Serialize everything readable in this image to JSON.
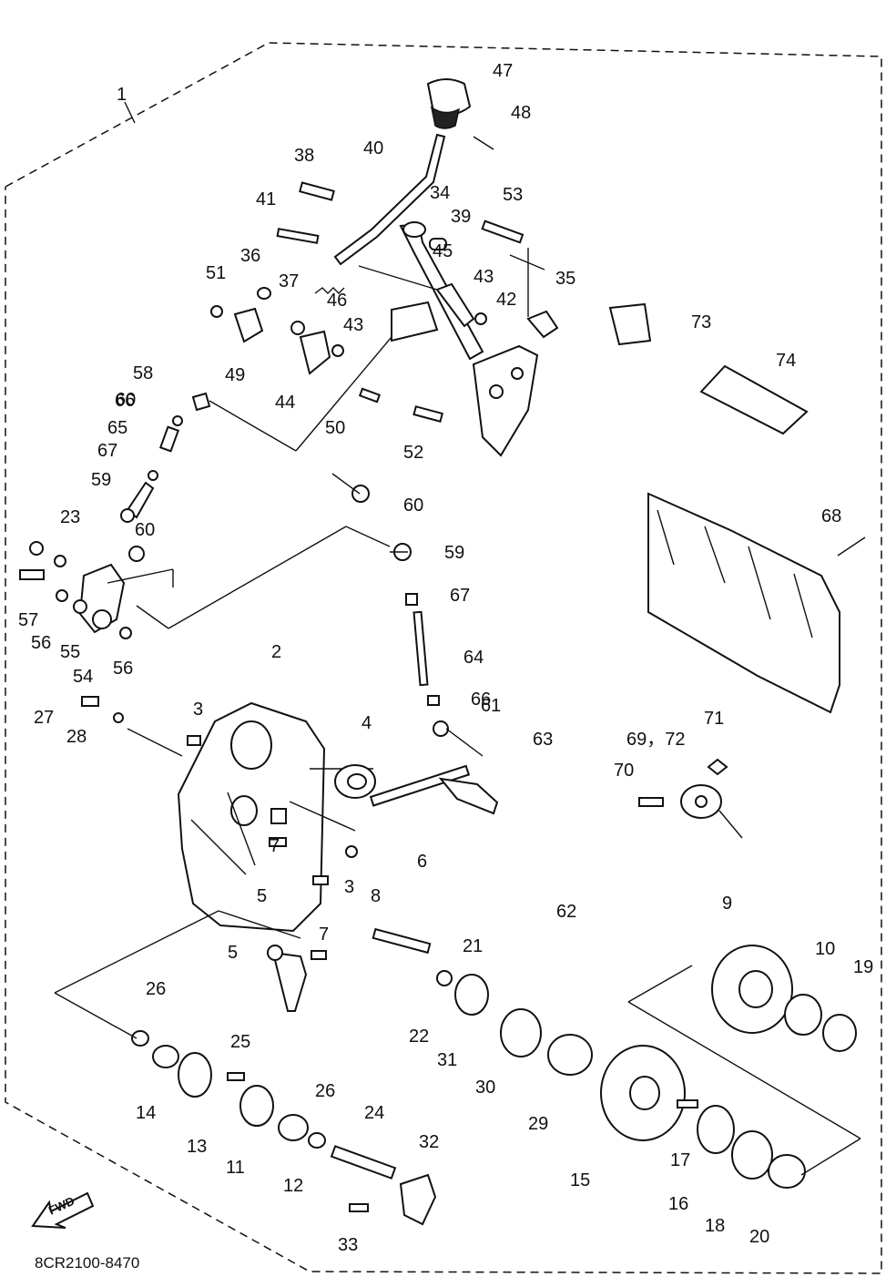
{
  "diagram": {
    "reference_code": "8CR2100-8470",
    "fwd_label": "FWD",
    "labels": [
      "1",
      "2",
      "3",
      "3",
      "4",
      "5",
      "5",
      "6",
      "7",
      "7",
      "8",
      "9",
      "10",
      "11",
      "12",
      "13",
      "14",
      "15",
      "16",
      "17",
      "18",
      "19",
      "20",
      "21",
      "22",
      "23",
      "24",
      "25",
      "26",
      "26",
      "27",
      "28",
      "29",
      "30",
      "31",
      "32",
      "33",
      "34",
      "35",
      "36",
      "37",
      "38",
      "39",
      "40",
      "41",
      "42",
      "43",
      "43",
      "44",
      "45",
      "46",
      "47",
      "48",
      "49",
      "50",
      "51",
      "52",
      "53",
      "54",
      "55",
      "56",
      "56",
      "57",
      "58",
      "59",
      "59",
      "60",
      "60",
      "60",
      "61",
      "62",
      "63",
      "64",
      "65",
      "66",
      "66",
      "67",
      "67",
      "68",
      "69，72",
      "70",
      "71",
      "73",
      "74"
    ]
  }
}
